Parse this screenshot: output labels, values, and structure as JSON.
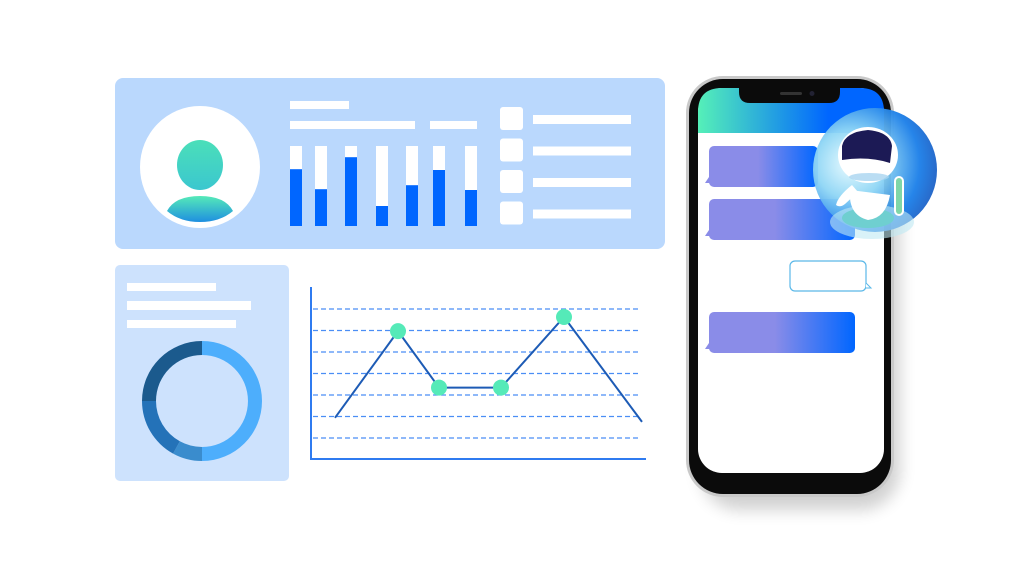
{
  "colors": {
    "background": "#ffffff",
    "profile_panel": "#bad8fd",
    "stats_panel": "#cde2fd",
    "placeholder_line": "#ffffff",
    "bar_fill": "#0066ff",
    "bar_track": "#ffffff",
    "avatar_teal_top": "#4bdfb9",
    "avatar_teal_bottom": "#3bc7cf",
    "avatar_body_bottom": "#1e8fe0",
    "donut_main": "#4daefc",
    "donut_dark": "#1b5a8d",
    "donut_mid": "#2472b8",
    "donut_light": "#3a8ccd",
    "line_axis": "#2f7bf0",
    "line_grid": "#4b8ef5",
    "line_series": "#1d5bb5",
    "line_points": "#55eab8",
    "phone_frame": "#0b0b0b",
    "phone_header_start": "#55f0b8",
    "phone_header_end": "#0066ff",
    "bubble_start": "#8a8ce8",
    "bubble_end": "#0066ff",
    "reply_border": "#5ab8e8",
    "robot_halo": "#1a7ee8",
    "robot_visor": "#1c1a55",
    "robot_accent": "#7fd6a8"
  },
  "profile_card": {
    "avatar_icon": "user-avatar-icon",
    "bar_fill_fractions": [
      0.71,
      0.46,
      0.86,
      0.25,
      0.51,
      0.7,
      0.45
    ],
    "checklist_count": 4
  },
  "stats_card": {
    "donut_segments_fraction": [
      0.5,
      0.08,
      0.17,
      0.25
    ]
  },
  "line_chart": {
    "values": [
      1,
      5.3,
      2.5,
      2.5,
      6,
      0.8
    ]
  },
  "phone": {
    "messages": [
      {
        "side": "incoming",
        "style": "gradient"
      },
      {
        "side": "incoming",
        "style": "gradient"
      },
      {
        "side": "outgoing",
        "style": "outline"
      },
      {
        "side": "incoming",
        "style": "gradient"
      }
    ],
    "assistant_icon": "robot-assistant-icon"
  }
}
